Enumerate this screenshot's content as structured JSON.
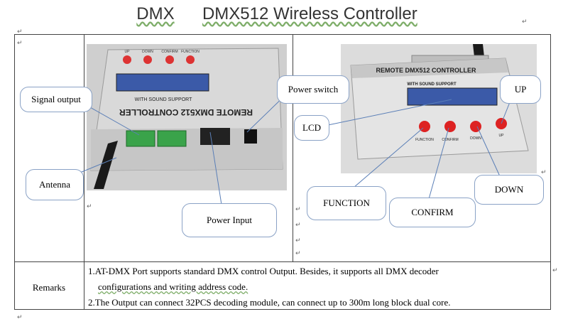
{
  "title": {
    "part1": "DMX",
    "part2": "DMX512 Wireless Controller"
  },
  "left_photo": {
    "device_panel_text": "REMOTE  DMX512  CONTROLLER",
    "sub_text": "WITH SOUND SUPPORT",
    "button_labels": [
      "UP",
      "DOWN",
      "CONFIRM",
      "FUNCTION"
    ]
  },
  "right_photo": {
    "device_panel_text": "REMOTE DMX512 CONTROLLER",
    "sub_text": "WITH SOUND SUPPORT",
    "button_labels": [
      "FUNCTION",
      "CONFIRM",
      "DOWN",
      "UP"
    ]
  },
  "callouts": {
    "signal_output": "Signal output",
    "power_switch": "Power switch",
    "antenna": "Antenna",
    "power_input": "Power Input",
    "lcd": "LCD",
    "up": "UP",
    "function": "FUNCTION",
    "confirm": "CONFIRM",
    "down": "DOWN"
  },
  "remarks": {
    "label": "Remarks",
    "line1": "1.AT-DMX Port supports standard DMX control Output. Besides, it supports all DMX decoder",
    "line1b": "configurations and writing address code.",
    "line2": "2.The Output can connect 32PCS decoding module, can connect up to 300m long block dual core."
  }
}
